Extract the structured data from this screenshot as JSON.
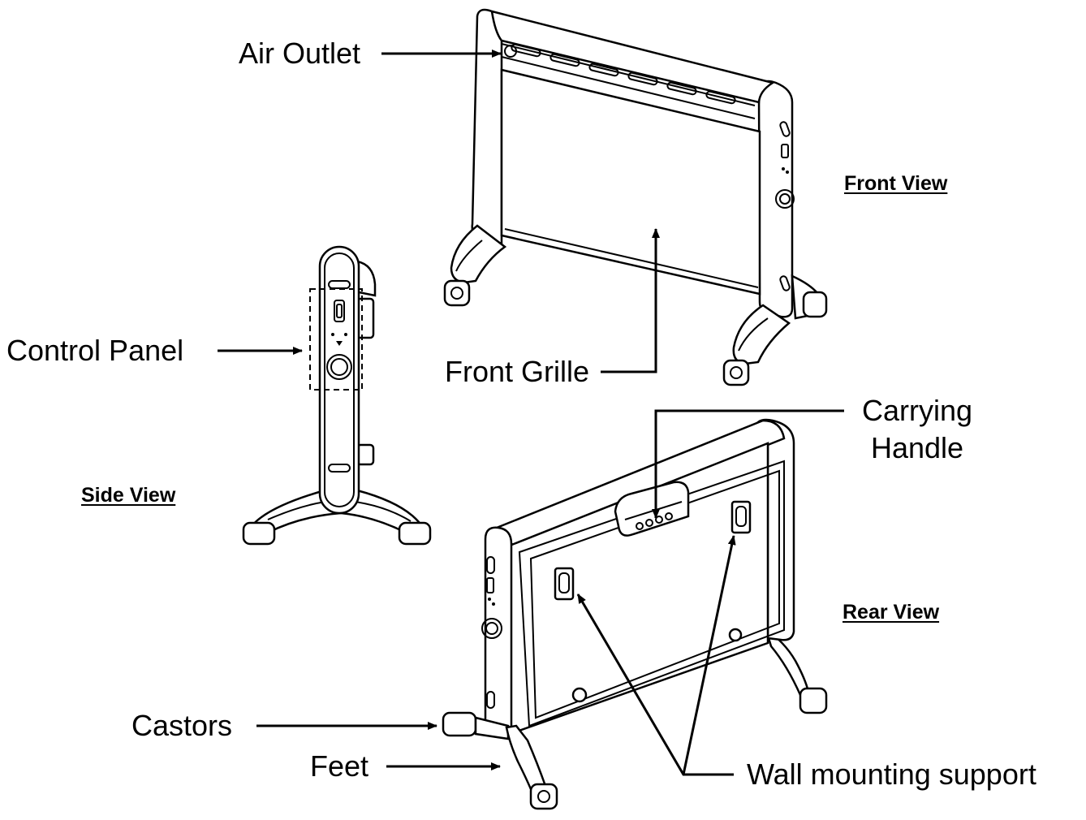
{
  "labels": {
    "air_outlet": "Air Outlet",
    "control_panel": "Control Panel",
    "front_grille": "Front Grille",
    "carrying_handle": "Carrying\nHandle",
    "carrying_handle_line1": "Carrying",
    "carrying_handle_line2": "Handle",
    "castors": "Castors",
    "feet": "Feet",
    "wall_mounting_support": "Wall mounting support"
  },
  "views": {
    "front": "Front View",
    "side": "Side View",
    "rear": "Rear View"
  },
  "colors": {
    "ink": "#000000",
    "background": "#ffffff"
  }
}
